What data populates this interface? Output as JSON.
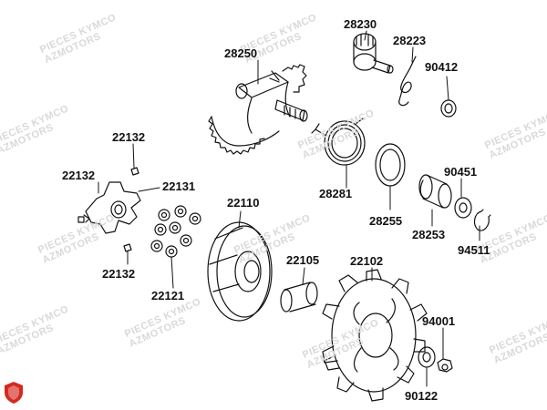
{
  "watermark": {
    "line1": "PIECES KYMCO",
    "line2": "AZMOTORS"
  },
  "parts": [
    {
      "key": "p28230",
      "code": "28230"
    },
    {
      "key": "p28223",
      "code": "28223"
    },
    {
      "key": "p28250",
      "code": "28250"
    },
    {
      "key": "p90412",
      "code": "90412"
    },
    {
      "key": "p22132a",
      "code": "22132"
    },
    {
      "key": "p22132b",
      "code": "22132"
    },
    {
      "key": "p22131",
      "code": "22131"
    },
    {
      "key": "p28281",
      "code": "28281"
    },
    {
      "key": "p90451",
      "code": "90451"
    },
    {
      "key": "p22110",
      "code": "22110"
    },
    {
      "key": "p28255",
      "code": "28255"
    },
    {
      "key": "p28253",
      "code": "28253"
    },
    {
      "key": "p94511",
      "code": "94511"
    },
    {
      "key": "p22132c",
      "code": "22132"
    },
    {
      "key": "p22105",
      "code": "22105"
    },
    {
      "key": "p22102",
      "code": "22102"
    },
    {
      "key": "p22121",
      "code": "22121"
    },
    {
      "key": "p94001",
      "code": "94001"
    },
    {
      "key": "p90122",
      "code": "90122"
    }
  ],
  "colors": {
    "line": "#111111",
    "watermark": "#d9d9d9",
    "logo": "#d42a1f"
  },
  "logo_icon": "brand-shield-icon"
}
